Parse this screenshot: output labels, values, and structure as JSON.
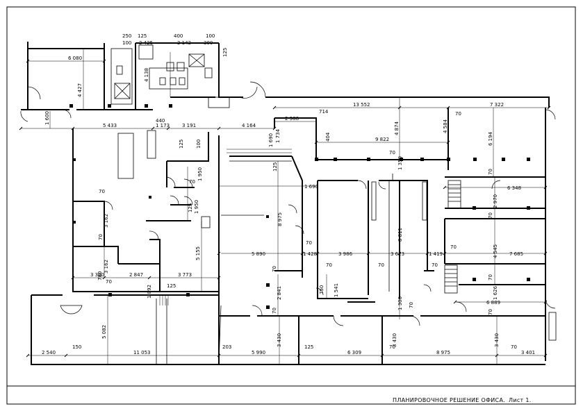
{
  "title_block": {
    "title": "ПЛАНИРОВОЧНОЕ РЕШЕНИЕ ОФИСА.",
    "sheet": "Лист 1."
  },
  "dimensions": {
    "d6080": "6 080",
    "d4427": "4 427",
    "d1600": "1 600",
    "d5433": "5 433",
    "d1173": "1 173",
    "d3191": "3 191",
    "d4164": "4 164",
    "d440": "440",
    "d250": "250",
    "d125a": "125",
    "d100a": "100",
    "d2425": "2 425",
    "d400": "400",
    "d2142": "2 142",
    "d100b": "100",
    "d300": "300",
    "d125b": "125",
    "d4138": "4 138",
    "d13552": "13 552",
    "d7322": "7 322",
    "d2388": "2 388",
    "d714": "714",
    "d4874": "4 874",
    "d4584": "4 584",
    "d9822": "9 822",
    "d404": "404",
    "d6194": "6 194",
    "d1734": "1 734",
    "d1690a": "1 690",
    "d125c": "125",
    "d100c": "100",
    "d1950a": "1 950",
    "d1950b": "1 950",
    "d125d": "125",
    "d3162a": "3 162",
    "d3162b": "3 162",
    "d5155": "5 155",
    "d8975a": "8 975",
    "d1690b": "1 690",
    "d5890": "5 890",
    "d1428": "1 428",
    "d3986": "3 986",
    "d3623": "3 623",
    "d8811": "8 811",
    "d1419": "1 419",
    "d1350": "1 350",
    "d6348": "6 348",
    "d2970": "2 970",
    "d4545": "4 545",
    "d7685": "7 685",
    "d1626": "1 626",
    "d6889": "6 889",
    "d3300": "3 300",
    "d2847": "2 847",
    "d3773": "3 773",
    "d1892": "1 892",
    "d2841": "2 841",
    "d1541": "1 541",
    "d1300": "1 300",
    "d5082": "5 082",
    "d2540": "2 540",
    "d150": "150",
    "d11053": "11 053",
    "d203": "203",
    "d5990": "5 990",
    "d3430a": "3 430",
    "d125e": "125",
    "d6309": "6 309",
    "d8975b": "8 975",
    "d3430b": "3 430",
    "d3401": "3 401",
    "d3430c": "3 430",
    "d70": "70",
    "d125f": "125",
    "d750": "750",
    "d780": "780"
  }
}
